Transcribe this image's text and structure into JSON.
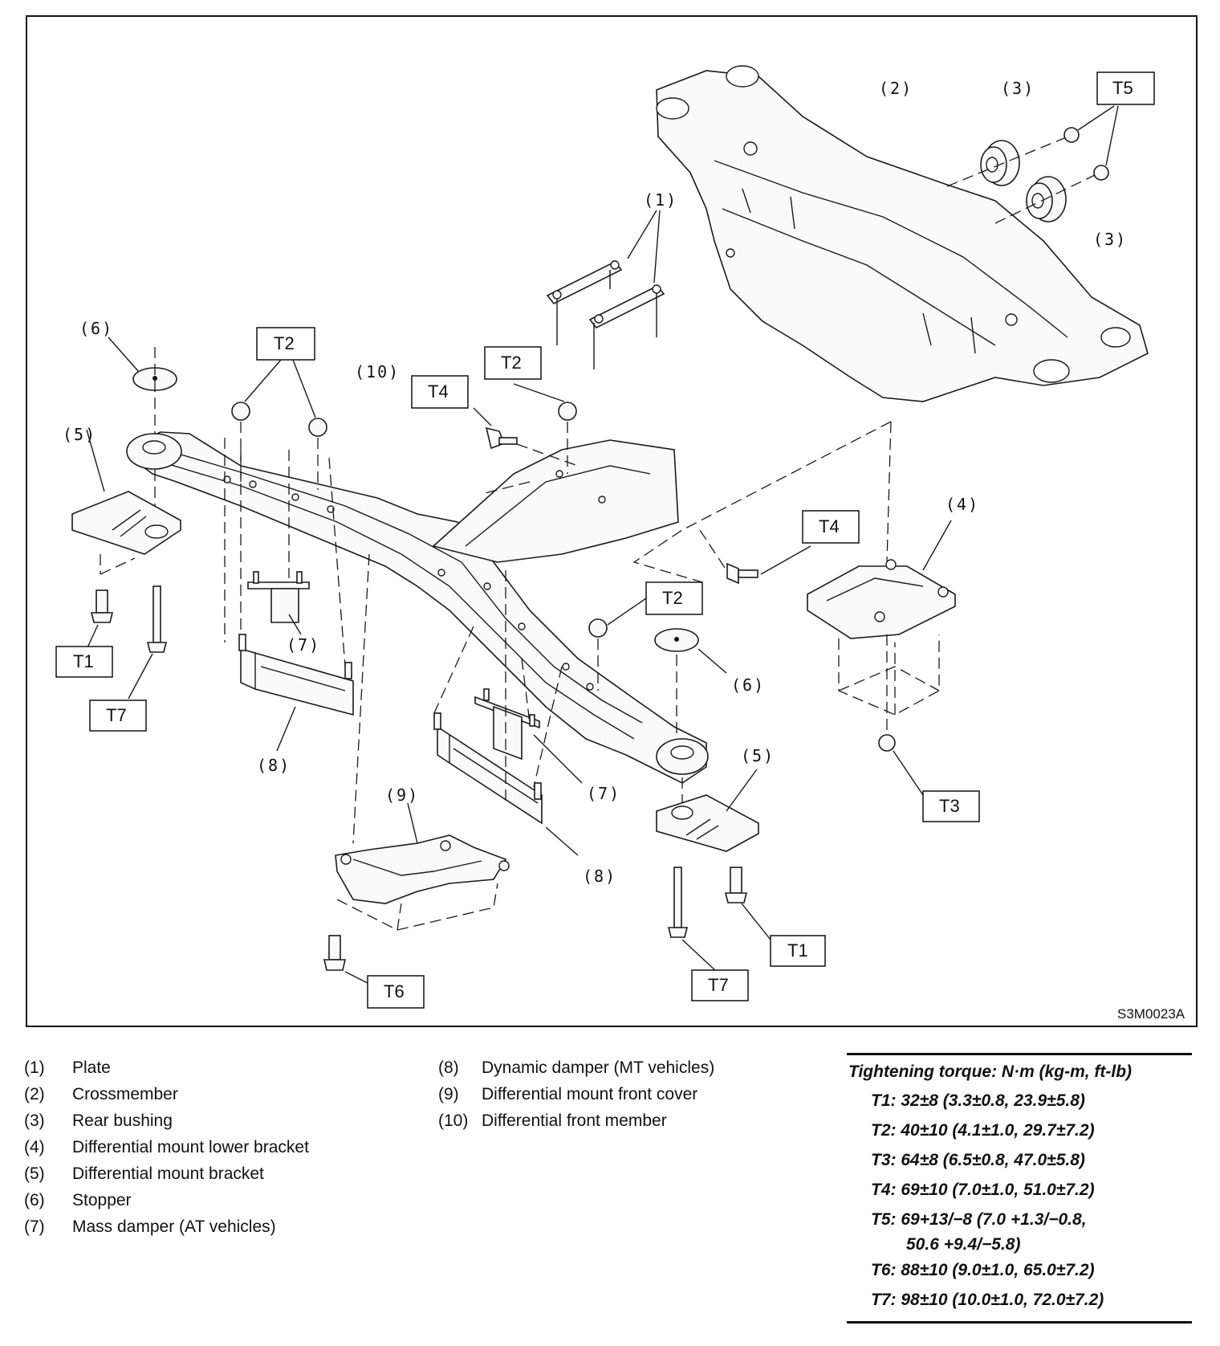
{
  "diagram": {
    "code": "S3M0023A",
    "callouts": {
      "c1": "(1)",
      "c2": "(2)",
      "c3a": "(3)",
      "c3b": "(3)",
      "c4": "(4)",
      "c5a": "(5)",
      "c5b": "(5)",
      "c6a": "(6)",
      "c6b": "(6)",
      "c7a": "(7)",
      "c7b": "(7)",
      "c8a": "(8)",
      "c8b": "(8)",
      "c9": "(9)",
      "c10": "(10)"
    },
    "torque_boxes": {
      "t5": "T5",
      "t2a": "T2",
      "t2b": "T2",
      "t2c": "T2",
      "t4a": "T4",
      "t4b": "T4",
      "t1a": "T1",
      "t1b": "T1",
      "t7a": "T7",
      "t7b": "T7",
      "t3": "T3",
      "t6": "T6"
    }
  },
  "legend": [
    {
      "num": "(1)",
      "label": "Plate"
    },
    {
      "num": "(2)",
      "label": "Crossmember"
    },
    {
      "num": "(3)",
      "label": "Rear bushing"
    },
    {
      "num": "(4)",
      "label": "Differential mount lower bracket"
    },
    {
      "num": "(5)",
      "label": "Differential mount bracket"
    },
    {
      "num": "(6)",
      "label": "Stopper"
    },
    {
      "num": "(7)",
      "label": "Mass damper (AT vehicles)"
    },
    {
      "num": "(8)",
      "label": "Dynamic damper (MT vehicles)"
    },
    {
      "num": "(9)",
      "label": "Differential mount front cover"
    },
    {
      "num": "(10)",
      "label": "Differential front member"
    }
  ],
  "torque": {
    "heading": "Tightening torque: N·m (kg-m, ft-lb)",
    "t1": "T1: 32±8 (3.3±0.8, 23.9±5.8)",
    "t2": "T2: 40±10 (4.1±1.0, 29.7±7.2)",
    "t3": "T3: 64±8 (6.5±0.8, 47.0±5.8)",
    "t4": "T4: 69±10 (7.0±1.0, 51.0±7.2)",
    "t5_line1": "T5: 69+13/−8 (7.0 +1.3/−0.8,",
    "t5_line2": "50.6 +9.4/−5.8)",
    "t6": "T6: 88±10 (9.0±1.0, 65.0±7.2)",
    "t7": "T7: 98±10 (10.0±1.0, 72.0±7.2)"
  }
}
